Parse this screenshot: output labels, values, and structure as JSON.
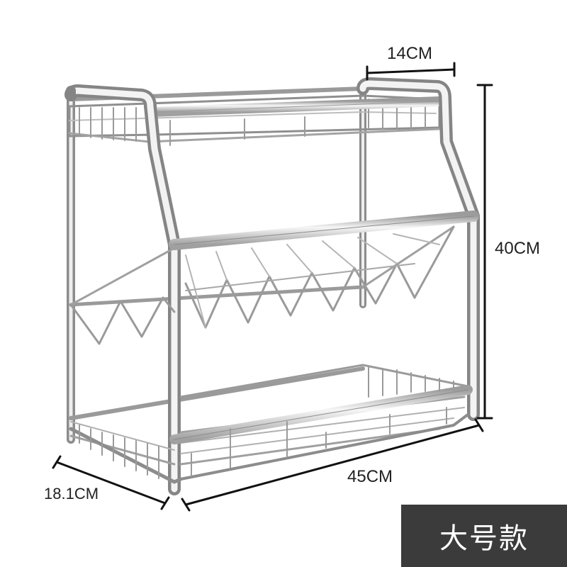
{
  "dimensions": {
    "depth_top": "14CM",
    "height": "40CM",
    "width": "45CM",
    "depth_bottom": "18.1CM"
  },
  "badge": {
    "label": "大号款"
  },
  "colors": {
    "steel_dark": "#8a8a8a",
    "steel_light": "#f4f4f4",
    "dim_line": "#111111",
    "badge_bg": "#3b3b3b"
  }
}
